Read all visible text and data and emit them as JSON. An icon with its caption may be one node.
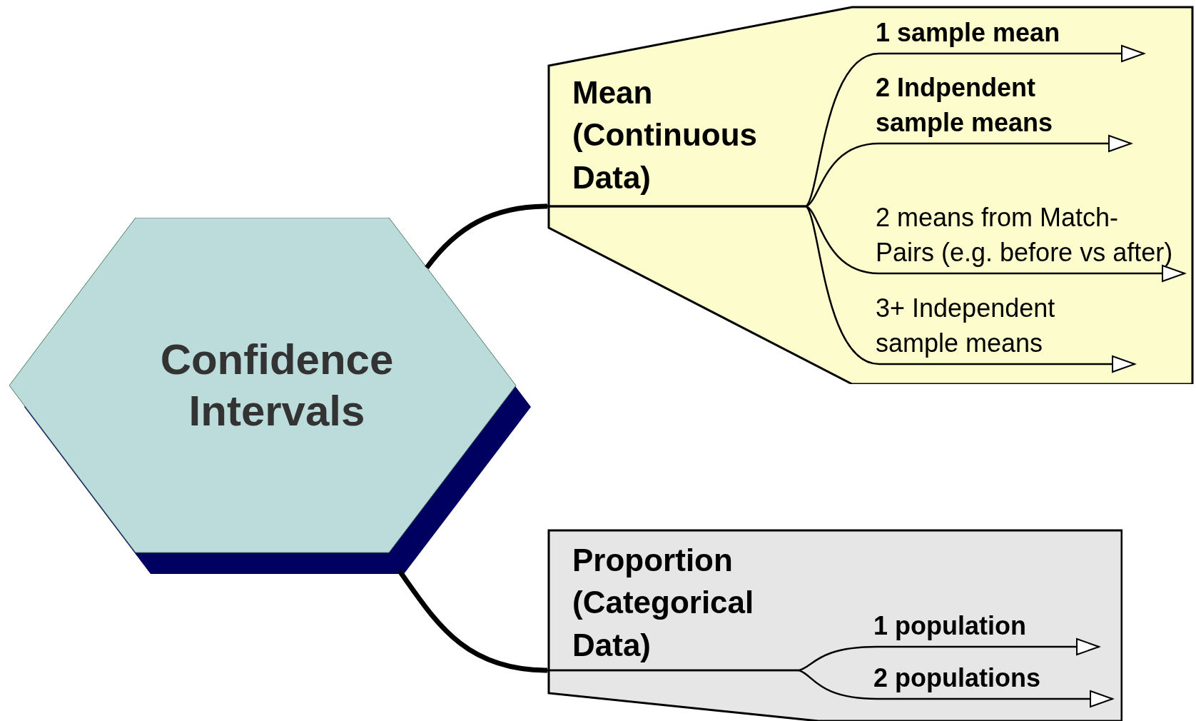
{
  "diagram": {
    "nodes": [
      {
        "text": [
          "Confidence Intervals"
        ]
      },
      {
        "text": [
          "Mean (Continuous Data)"
        ]
      },
      {
        "text": [
          "1 sample mean"
        ],
        "in": 1
      },
      {
        "text": [
          "2 Indpendent sample means"
        ],
        "in": 1
      },
      {
        "text": [
          "2 means from Match-Pairs (e.g. before vs after)"
        ],
        "in": 1
      },
      {
        "text": [
          "3+ Independent sample means"
        ],
        "in": 1
      },
      {
        "text": [
          "Proportion (Categorical Data)"
        ]
      },
      {
        "text": [
          "1 population"
        ],
        "in": 6
      },
      {
        "text": [
          "2 populations"
        ],
        "in": 6
      }
    ],
    "edges": [
      {
        "from": 0,
        "to": 1,
        "arrow": "none",
        "style": "thick"
      },
      {
        "from": 1,
        "to": 2,
        "arrow": "to"
      },
      {
        "from": 1,
        "to": 3,
        "arrow": "to"
      },
      {
        "from": 1,
        "to": 4,
        "arrow": "to"
      },
      {
        "from": 1,
        "to": 5,
        "arrow": "to"
      },
      {
        "from": 0,
        "to": 6,
        "arrow": "none",
        "style": "thick"
      },
      {
        "from": 6,
        "to": 7,
        "arrow": "to"
      },
      {
        "from": 6,
        "to": 8,
        "arrow": "to"
      }
    ]
  }
}
